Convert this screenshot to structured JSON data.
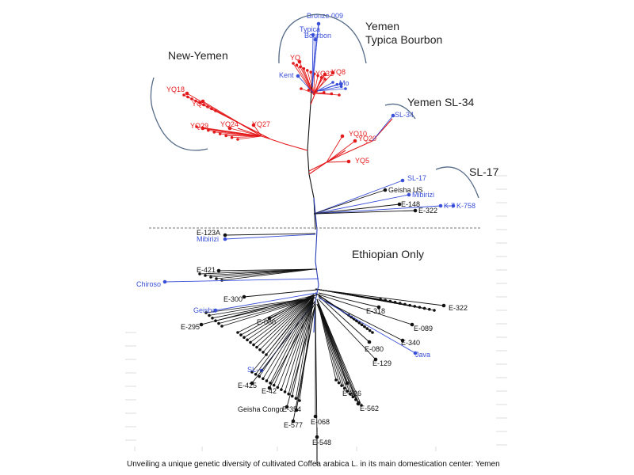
{
  "colors": {
    "red": "#e31a1c",
    "blue": "#3a4fd8",
    "black": "#111111",
    "trunk": "#2a3fb8",
    "arc": "#546a86",
    "divider": "#777777"
  },
  "groups": {
    "yemen_typica": [
      "Yemen",
      "Typica Bourbon"
    ],
    "new_yemen": "New-Yemen",
    "yemen_sl34": "Yemen SL-34",
    "sl17": "SL-17",
    "ethiopian_only": "Ethiopian Only"
  },
  "caption": "Unveiling a unique genetic diversity of cultivated Coffea arabica L. in its main domestication center: Yemen",
  "tips": [
    {
      "label": "Bronze 009",
      "color": "blue"
    },
    {
      "label": "Typica",
      "color": "blue"
    },
    {
      "label": "Bourbon",
      "color": "blue"
    },
    {
      "label": "YQ",
      "color": "red"
    },
    {
      "label": "Kent",
      "color": "blue"
    },
    {
      "label": "YQ32",
      "color": "red"
    },
    {
      "label": "YQ8",
      "color": "red"
    },
    {
      "label": "Mo",
      "color": "blue"
    },
    {
      "label": "YQ18",
      "color": "red"
    },
    {
      "label": "YQ",
      "color": "red"
    },
    {
      "label": "YQ24",
      "color": "red"
    },
    {
      "label": "YQ29",
      "color": "red"
    },
    {
      "label": "YQ27",
      "color": "red"
    },
    {
      "label": "YQ10",
      "color": "red"
    },
    {
      "label": "YQ20",
      "color": "red"
    },
    {
      "label": "YQ5",
      "color": "red"
    },
    {
      "label": "SL-34",
      "color": "blue"
    },
    {
      "label": "SL-17",
      "color": "blue"
    },
    {
      "label": "Geisha US",
      "color": "black"
    },
    {
      "label": "Mibirizi",
      "color": "blue"
    },
    {
      "label": "E-148",
      "color": "black"
    },
    {
      "label": "K-7",
      "color": "blue"
    },
    {
      "label": "K-758",
      "color": "blue"
    },
    {
      "label": "E-322",
      "color": "black"
    },
    {
      "label": "E-123A",
      "color": "black"
    },
    {
      "label": "Mibirizi",
      "color": "blue"
    },
    {
      "label": "E-421",
      "color": "black"
    },
    {
      "label": "Chiroso",
      "color": "blue"
    },
    {
      "label": "E-300",
      "color": "black"
    },
    {
      "label": "Geisha",
      "color": "blue"
    },
    {
      "label": "E-295",
      "color": "black"
    },
    {
      "label": "E-060",
      "color": "black"
    },
    {
      "label": "E-322",
      "color": "black"
    },
    {
      "label": "E-318",
      "color": "black"
    },
    {
      "label": "E-089",
      "color": "black"
    },
    {
      "label": "E-080",
      "color": "black"
    },
    {
      "label": "E-340",
      "color": "black"
    },
    {
      "label": "Java",
      "color": "blue"
    },
    {
      "label": "E-129",
      "color": "black"
    },
    {
      "label": "SL-",
      "color": "blue"
    },
    {
      "label": "E-425",
      "color": "black"
    },
    {
      "label": "E-42",
      "color": "black"
    },
    {
      "label": "E-326",
      "color": "black"
    },
    {
      "label": "E-562",
      "color": "black"
    },
    {
      "label": "Geisha Congo",
      "color": "black"
    },
    {
      "label": "E-354",
      "color": "black"
    },
    {
      "label": "E-577",
      "color": "black"
    },
    {
      "label": "E-068",
      "color": "black"
    },
    {
      "label": "E-548",
      "color": "black"
    }
  ]
}
